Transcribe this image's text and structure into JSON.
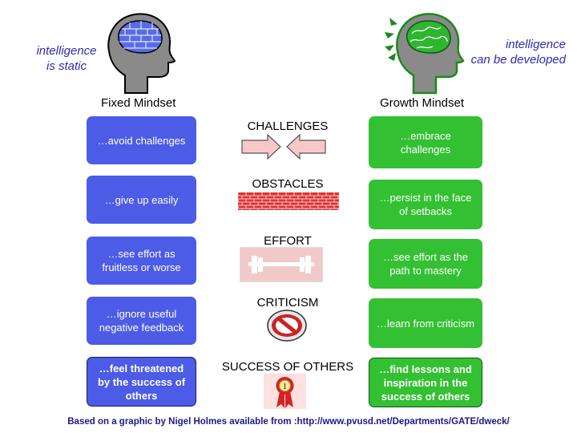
{
  "left": {
    "note": "intelligence\nis static",
    "heading": "Fixed Mindset",
    "boxes": [
      "…avoid challenges",
      "…give up easily",
      "…see effort as fruitless or worse",
      "…ignore useful negative feedback",
      "…feel threatened by the success of others"
    ]
  },
  "right": {
    "note": "intelligence\ncan be developed",
    "heading": "Growth Mindset",
    "boxes": [
      "…embrace challenges",
      "…persist in the face of setbacks",
      "…see effort as the path to mastery",
      "…learn from criticism",
      "…find lessons and inspiration in the success of others"
    ]
  },
  "center": {
    "labels": [
      "CHALLENGES",
      "OBSTACLES",
      "EFFORT",
      "CRITICISM",
      "SUCCESS OF OTHERS"
    ],
    "ribbon_number": "1"
  },
  "footer": "Based on a graphic by Nigel Holmes available from :http://www.pvusd.net/Departments/GATE/dweck/",
  "colors": {
    "fixed_box": "#4c5ce6",
    "growth_box": "#34c033",
    "note_text": "#2b2bb0",
    "head_fill": "#8a8a8a",
    "brain_fixed": "#5a6be8",
    "brain_growth": "#2fb52f",
    "arrow_fill": "#f7c8c8",
    "wall_fill": "#e03030",
    "criticism_sign": "#cc2222"
  },
  "icons": {
    "fixed_head": "head-with-brick-brain-icon",
    "growth_head": "head-with-growing-brain-icon",
    "challenges": "opposing-arrows-icon",
    "obstacles": "brick-wall-icon",
    "effort": "barbell-icon",
    "criticism": "prohibition-sign-icon",
    "success": "award-ribbon-icon"
  }
}
